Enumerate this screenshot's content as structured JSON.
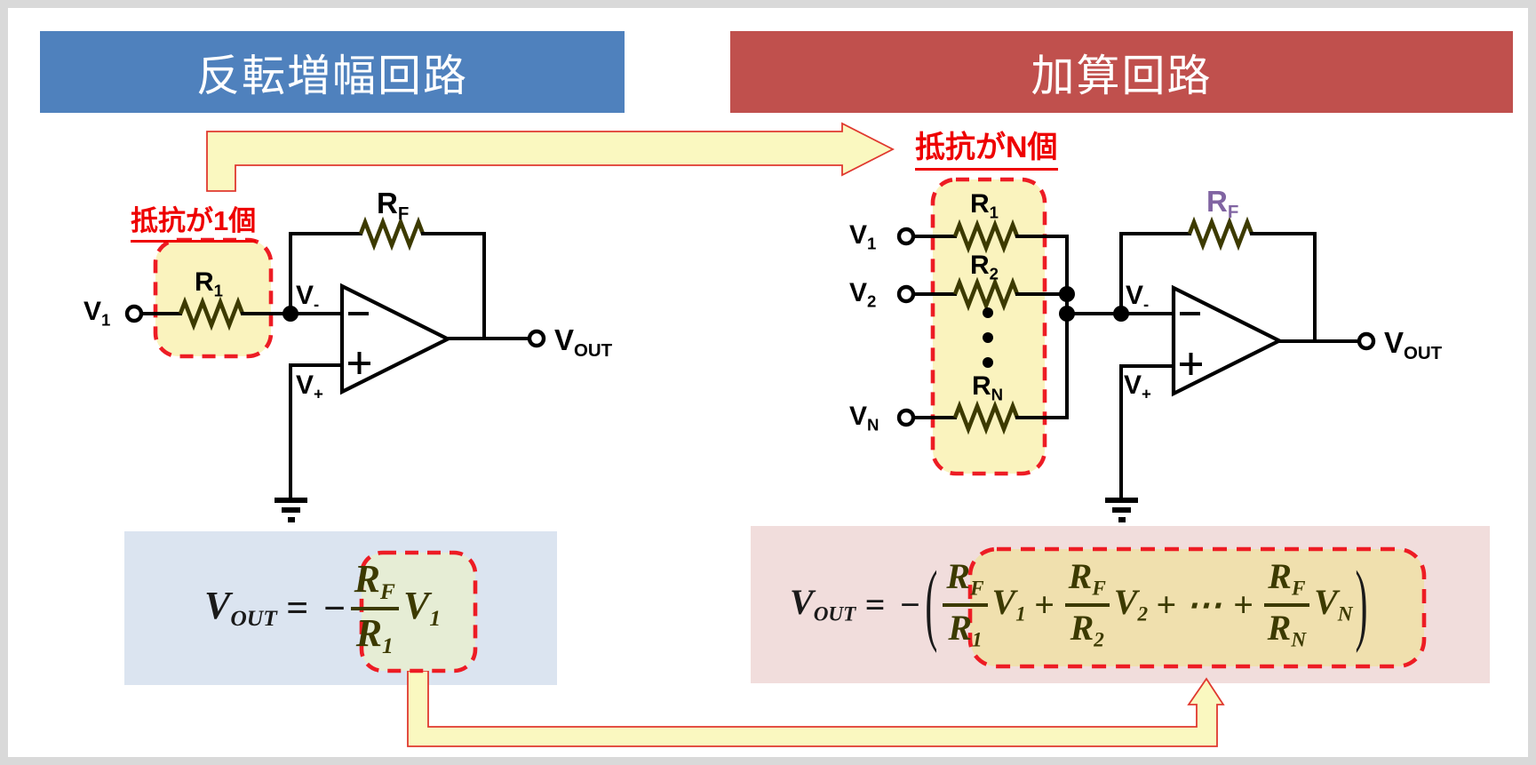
{
  "headers": {
    "left": "反転増幅回路",
    "right": "加算回路"
  },
  "callouts": {
    "left": "抵抗が1個",
    "right": "抵抗がN個"
  },
  "left_circuit": {
    "input": {
      "base": "V",
      "sub": "1"
    },
    "r_in": {
      "base": "R",
      "sub": "1"
    },
    "r_f": {
      "base": "R",
      "sub": "F"
    },
    "v_minus": {
      "base": "V",
      "sub": "-"
    },
    "v_plus": {
      "base": "V",
      "sub": "+"
    },
    "v_out": {
      "base": "V",
      "sub": "OUT"
    }
  },
  "right_circuit": {
    "inputs": [
      {
        "base": "V",
        "sub": "1"
      },
      {
        "base": "V",
        "sub": "2"
      },
      {
        "base": "V",
        "sub": "N"
      }
    ],
    "resistors": [
      {
        "base": "R",
        "sub": "1"
      },
      {
        "base": "R",
        "sub": "2"
      },
      {
        "base": "R",
        "sub": "N"
      }
    ],
    "r_f": {
      "base": "R",
      "sub": "F"
    },
    "v_minus": {
      "base": "V",
      "sub": "-"
    },
    "v_plus": {
      "base": "V",
      "sub": "+"
    },
    "v_out": {
      "base": "V",
      "sub": "OUT"
    }
  },
  "formula_left": {
    "lhs": {
      "base": "V",
      "sub": "OUT"
    },
    "equals": "=",
    "minus": "−",
    "numerator": {
      "base": "R",
      "sub": "F"
    },
    "denominator": {
      "base": "R",
      "sub": "1"
    },
    "multiplier": {
      "base": "V",
      "sub": "1"
    }
  },
  "formula_right": {
    "lhs": {
      "base": "V",
      "sub": "OUT"
    },
    "equals": "=",
    "minus": "−",
    "open_paren": "(",
    "close_paren": ")",
    "plus": "+",
    "ellipsis": "⋯",
    "terms": [
      {
        "num": {
          "base": "R",
          "sub": "F"
        },
        "den": {
          "base": "R",
          "sub": "1"
        },
        "mul": {
          "base": "V",
          "sub": "1"
        }
      },
      {
        "num": {
          "base": "R",
          "sub": "F"
        },
        "den": {
          "base": "R",
          "sub": "2"
        },
        "mul": {
          "base": "V",
          "sub": "2"
        }
      },
      {
        "num": {
          "base": "R",
          "sub": "F"
        },
        "den": {
          "base": "R",
          "sub": "N"
        },
        "mul": {
          "base": "V",
          "sub": "N"
        }
      }
    ]
  },
  "colors": {
    "header_left_bg": "#4F81BD",
    "header_right_bg": "#C0504D",
    "callout_red": "#EE0000",
    "dashed_red": "#ED1C24",
    "highlight_yellow": "#FAF3BE",
    "arrow_yellow": "#FAF8C0",
    "formula_left_bg": "#DBE4F0",
    "formula_right_bg": "#F1DDDC",
    "formula_left_highlight": "#E6EDD5",
    "formula_right_highlight": "#F0E0AE",
    "rf_purple": "#8064A2",
    "resistor_olive": "#3C3A00"
  }
}
